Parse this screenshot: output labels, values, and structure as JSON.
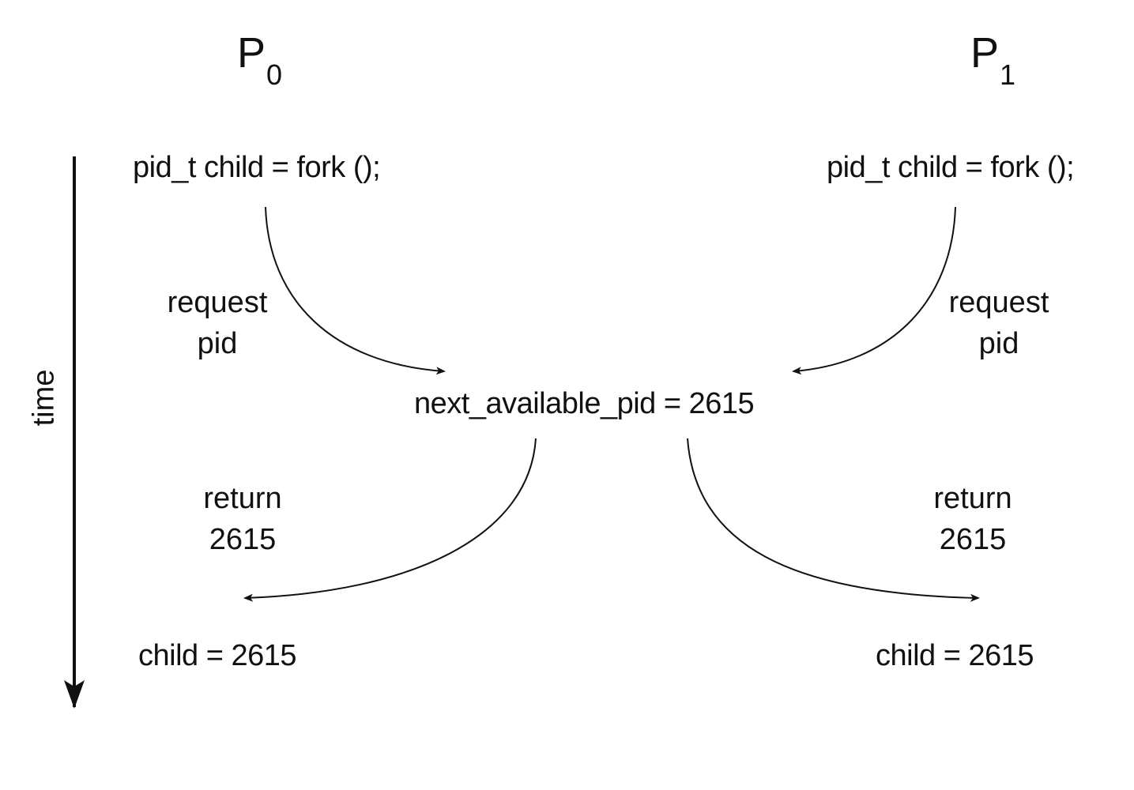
{
  "processes": {
    "p0": {
      "name": "P",
      "sub": "0"
    },
    "p1": {
      "name": "P",
      "sub": "1"
    }
  },
  "time_label": "time",
  "code": {
    "left": "pid_t child = fork ();",
    "right": "pid_t child = fork ();"
  },
  "request": {
    "left": [
      "request",
      "pid"
    ],
    "right": [
      "request",
      "pid"
    ]
  },
  "shared_var": "next_available_pid = 2615",
  "return_labels": {
    "left": [
      "return",
      "2615"
    ],
    "right": [
      "return",
      "2615"
    ]
  },
  "results": {
    "left": "child = 2615",
    "right": "child = 2615"
  },
  "colors": {
    "ink": "#111111",
    "background": "#ffffff"
  }
}
